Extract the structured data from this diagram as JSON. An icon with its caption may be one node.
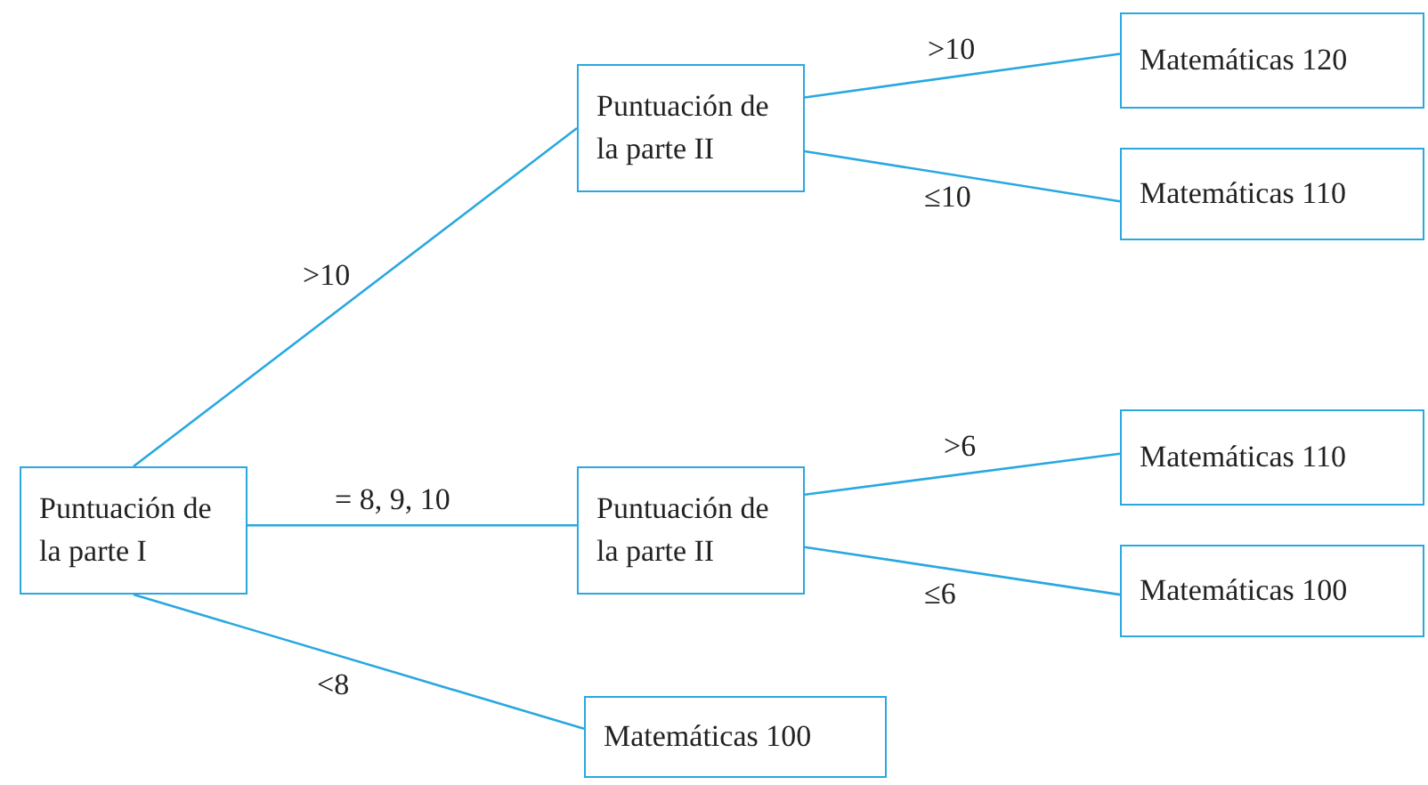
{
  "diagram": {
    "nodes": [
      {
        "text": [
          "Puntuación de la parte I"
        ]
      },
      {
        "text": [
          "Puntuación de la parte II"
        ]
      },
      {
        "text": [
          "Puntuación de la parte II"
        ]
      },
      {
        "text": [
          "Matemáticas 100"
        ]
      },
      {
        "text": [
          "Matemáticas 120"
        ]
      },
      {
        "text": [
          "Matemáticas 110"
        ]
      },
      {
        "text": [
          "Matemáticas 110"
        ]
      },
      {
        "text": [
          "Matemáticas 100"
        ]
      }
    ],
    "edges": [
      {
        "from": 0,
        "to": 1,
        "arrow": "none",
        "label": ">10"
      },
      {
        "from": 0,
        "to": 2,
        "arrow": "none",
        "label": "= 8, 9, 10"
      },
      {
        "from": 0,
        "to": 3,
        "arrow": "none",
        "label": "<8"
      },
      {
        "from": 1,
        "to": 4,
        "arrow": "none",
        "label": ">10"
      },
      {
        "from": 1,
        "to": 5,
        "arrow": "none",
        "label": "≤10"
      },
      {
        "from": 2,
        "to": 6,
        "arrow": "none",
        "label": ">6"
      },
      {
        "from": 2,
        "to": 7,
        "arrow": "none",
        "label": "≤6"
      }
    ]
  }
}
